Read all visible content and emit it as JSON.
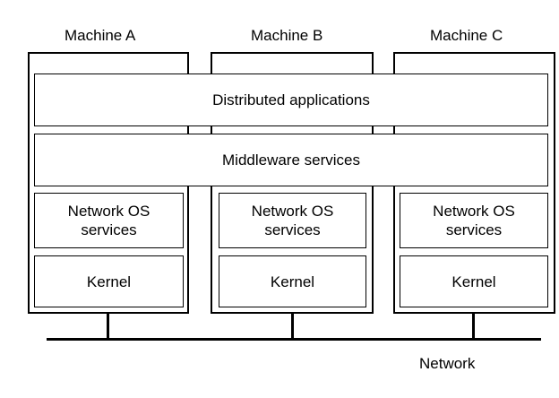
{
  "machines": [
    {
      "name": "Machine A",
      "network_os": [
        "Network OS",
        "services"
      ],
      "kernel": "Kernel"
    },
    {
      "name": "Machine B",
      "network_os": [
        "Network OS",
        "services"
      ],
      "kernel": "Kernel"
    },
    {
      "name": "Machine C",
      "network_os": [
        "Network OS",
        "services"
      ],
      "kernel": "Kernel"
    }
  ],
  "layers": {
    "distributed_applications": "Distributed applications",
    "middleware_services": "Middleware services"
  },
  "network_label": "Network"
}
